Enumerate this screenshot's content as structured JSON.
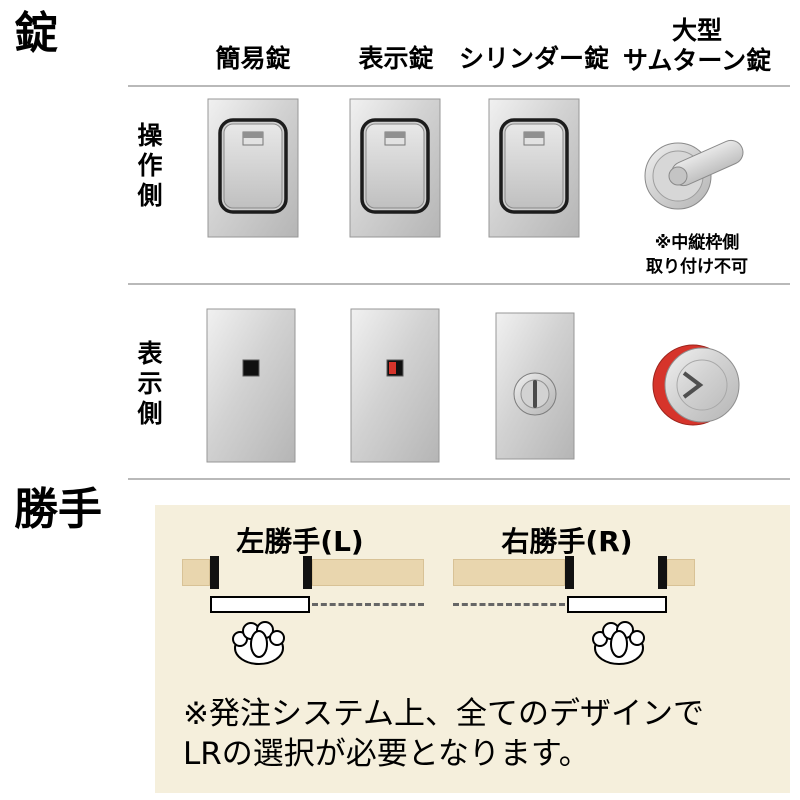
{
  "locks": {
    "section_title": "錠",
    "columns": [
      "簡易錠",
      "表示錠",
      "シリンダー錠"
    ],
    "column4_line1": "大型",
    "column4_line2": "サムターン錠",
    "row1_label": "操作側",
    "row2_label": "表示側",
    "thumbturn_note_line1": "※中縦枠側",
    "thumbturn_note_line2": "取り付け不可"
  },
  "handedness": {
    "section_title": "勝手",
    "left_label": "左勝手(L)",
    "right_label": "右勝手(R)",
    "note_line1": "※発注システム上、全てのデザインで",
    "note_line2": "LRの選択が必要となります。"
  },
  "colors": {
    "background": "#ffffff",
    "panel_beige": "#f5efdc",
    "wood_tan": "#e9d6ae",
    "indicator_red": "#d6342b",
    "divider_gray": "#b9b9b9",
    "metal_light": "#ededed",
    "metal_dark": "#b9b9b9"
  }
}
